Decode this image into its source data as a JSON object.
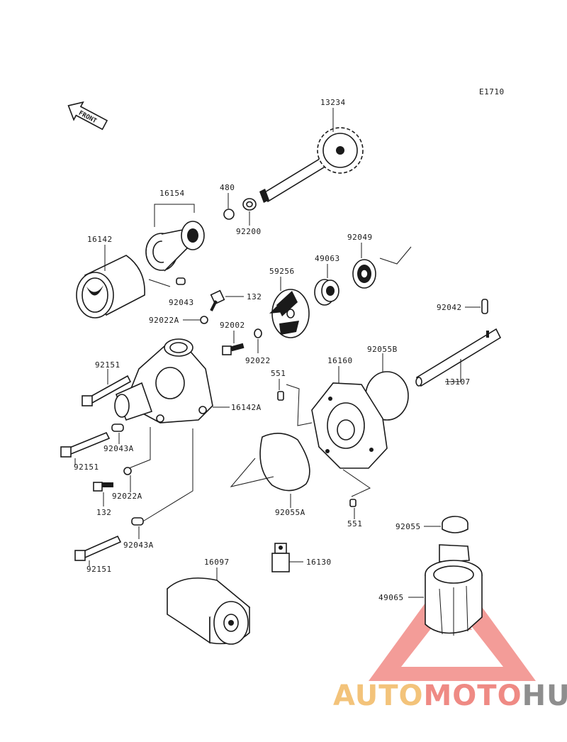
{
  "diagram": {
    "code": "E1710",
    "front_label": "FRONT",
    "parts": [
      {
        "id": "13234"
      },
      {
        "id": "480"
      },
      {
        "id": "92200"
      },
      {
        "id": "16154"
      },
      {
        "id": "16142"
      },
      {
        "id": "92043"
      },
      {
        "id": "132"
      },
      {
        "id": "92022A"
      },
      {
        "id": "92002"
      },
      {
        "id": "92022"
      },
      {
        "id": "59256"
      },
      {
        "id": "49063"
      },
      {
        "id": "92049"
      },
      {
        "id": "92042"
      },
      {
        "id": "92055B"
      },
      {
        "id": "13107"
      },
      {
        "id": "551"
      },
      {
        "id": "16160"
      },
      {
        "id": "92151"
      },
      {
        "id": "16142A"
      },
      {
        "id": "92043A"
      },
      {
        "id": "92151"
      },
      {
        "id": "92022A"
      },
      {
        "id": "132"
      },
      {
        "id": "92055A"
      },
      {
        "id": "551"
      },
      {
        "id": "92043A"
      },
      {
        "id": "92151"
      },
      {
        "id": "16097"
      },
      {
        "id": "16130"
      },
      {
        "id": "92055"
      },
      {
        "id": "49065"
      }
    ]
  },
  "watermark": {
    "logo_parts": [
      "AUTO",
      "MOTO",
      "HUB"
    ],
    "colors": {
      "auto": "#f3c37a",
      "moto": "#ef8a84",
      "hub": "#8e8e8e",
      "triangle": "#ef6b66"
    }
  }
}
